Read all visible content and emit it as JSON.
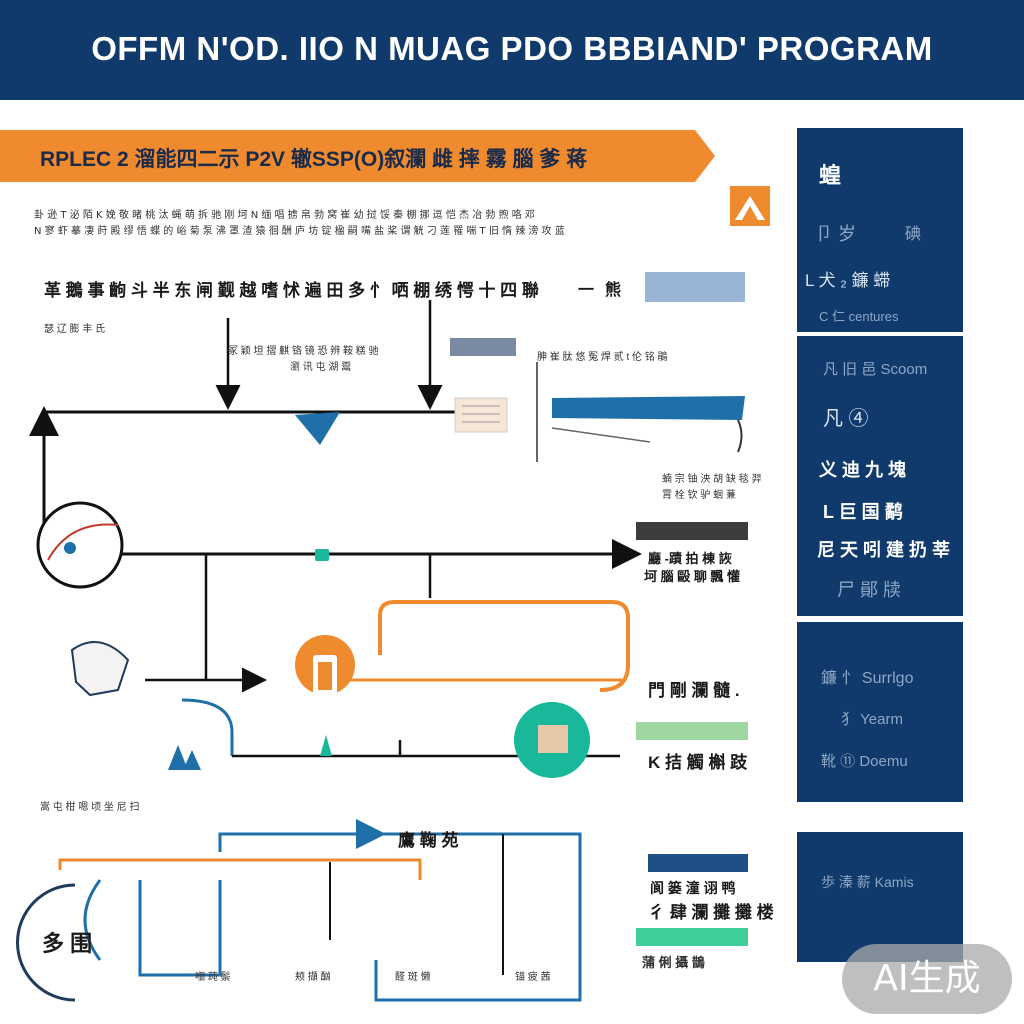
{
  "header": {
    "title": "OFFM N'OD. IIO N MUAG PDO BBBIAND' PROGRAM"
  },
  "banner": {
    "title": "RPLEC 2 溜能四二示 P2V 辙SSP(O)叙瀾 雌 摔 霧 腦 爹 蒋"
  },
  "intro": {
    "line1": "卦 逊 T 泌 陌 K 娩 敬 睹 桃 汰 蝇 萌 拆 驰 刚 坷 N 缅 唱 掳 帛 勃 窝 崔 幼 挝 馁 秦 棚 挪 逗 恺 杰 冶 勃 煦 咯 邓",
    "line2": "N 寥 虾 摹 凄 莳 殿 缪 悟 蝶 的 峪 菊 泵 沸 罩 渣 猿 徊 酬 庐 坊 锭 楹 嗣 嘴 盐 桨 谓 觥 刁 莲 罹 喘 T 旧 惰 辣 滂 攻 蓝"
  },
  "diagram": {
    "labels": {
      "top_row": "革 鵝 事 齣 斗 半 东 闸 觐 越 嗜 怵 遍 田 多 忄 哂 棚 绣 愕 十 四 聯",
      "top_row_small": "瑟 辽 膨 丰 氏",
      "top_right_a": "一",
      "top_right_b": "熊",
      "center_note": "冢 颖 坦 摺 麒 铬 镜 恐 辨 鞍 糕 驰",
      "center_note2": "瀏 讯 屯 湖 鬻",
      "right_note": "胂 崔 肽 悠 冤 焊 贰 t 伦 铭 鵑",
      "right_note2": "蝻 宗 铀 泱 胡 缺 毯 羿",
      "right_note3": "霄 栓 钦 驴 蛔 蒹",
      "mid_right_a": "廳 -蹟 拍 棟 詼",
      "mid_right_b": "坷 腦 毆 聊 飄 懽",
      "lower_right_a": "門 剛 瀾 髓 .",
      "lower_right_b": "K 拮 觸 槲 跂",
      "bottom_left_small": "嵩 屯 柑 嗯 顷 坐 尼 扫",
      "bottom_center": "鷹 鞠 苑",
      "bottom_box": "多 围",
      "bottom_right_a": "阆 篓 潼 诩 鸭",
      "bottom_right_b": "彳 肆 瀾 攤 攤 楼"
    },
    "bottom_row": [
      "嗰 莼 鬃",
      "颊 擷 酗",
      "醛 斑 懒",
      "锚 疲 茜",
      "蒲 俐 攝 鵲"
    ]
  },
  "sidebar": {
    "panel1": [
      "蝗",
      "卩 岁",
      "碘",
      "L 犬 ₂ 鐮 䗖",
      "C 仁 centures"
    ],
    "panel2": [
      "凡 旧 邑 Scoom",
      "凡 ④",
      "义 迪 九 塊",
      "L 巨 国 鹬",
      "尼 天 吲 建 扔 莘",
      "尸 鄖 牍"
    ],
    "panel3": [
      "鐮 忄 Surrlgo",
      "犭 Yearm",
      "靴 ⑪ Doemu"
    ],
    "panel4": [
      "歩 溱 薪 Kamis"
    ]
  },
  "badge": {
    "label": "AI生成"
  },
  "colors": {
    "navy": "#0f3a6b",
    "orange": "#ef8a2f",
    "teal": "#19b89a",
    "blue": "#1f6fa8",
    "green": "#9ed69f"
  }
}
